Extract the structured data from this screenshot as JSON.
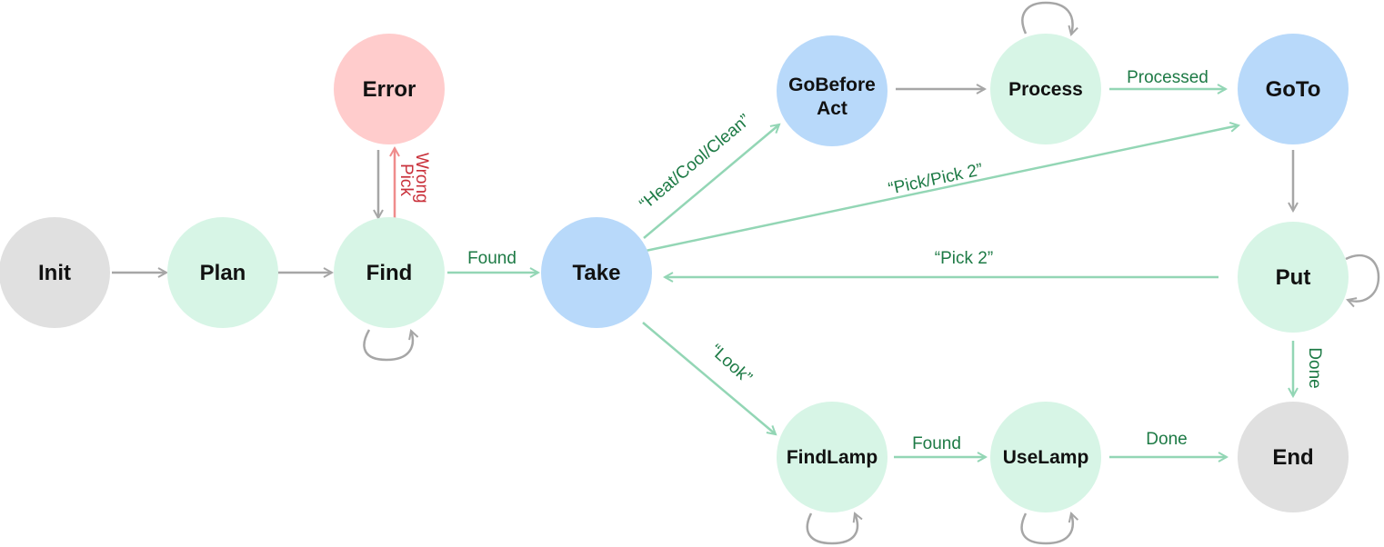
{
  "colors": {
    "gray_node": "#e0e0e0",
    "green_node": "#d7f5e6",
    "blue_node": "#b8d9fa",
    "red_node": "#ffcccc",
    "gray_edge": "#a6a6a6",
    "green_edge": "#93d6b5",
    "red_edge": "#ef8c8c",
    "green_text": "#1d7a45",
    "red_text": "#c9303a"
  },
  "nodes": {
    "init": {
      "line1": "Init",
      "line2": ""
    },
    "plan": {
      "line1": "Plan",
      "line2": ""
    },
    "find": {
      "line1": "Find",
      "line2": ""
    },
    "error": {
      "line1": "Error",
      "line2": ""
    },
    "take": {
      "line1": "Take",
      "line2": ""
    },
    "gobefore": {
      "line1": "GoBefore",
      "line2": "Act"
    },
    "process": {
      "line1": "Process",
      "line2": ""
    },
    "goto": {
      "line1": "GoTo",
      "line2": ""
    },
    "put": {
      "line1": "Put",
      "line2": ""
    },
    "end": {
      "line1": "End",
      "line2": ""
    },
    "findlamp": {
      "line1": "FindLamp",
      "line2": ""
    },
    "uselamp": {
      "line1": "UseLamp",
      "line2": ""
    }
  },
  "edge_labels": {
    "wrong_pick_1": "Wrong",
    "wrong_pick_2": "Pick",
    "find_take": "Found",
    "take_gobefore": "“Heat/Cool/Clean”",
    "process_goto": "Processed",
    "take_goto": "“Pick/Pick 2”",
    "put_take": "“Pick 2”",
    "take_findlamp": "“Look”",
    "put_end": "Done",
    "findlamp_uselamp": "Found",
    "uselamp_end": "Done"
  }
}
